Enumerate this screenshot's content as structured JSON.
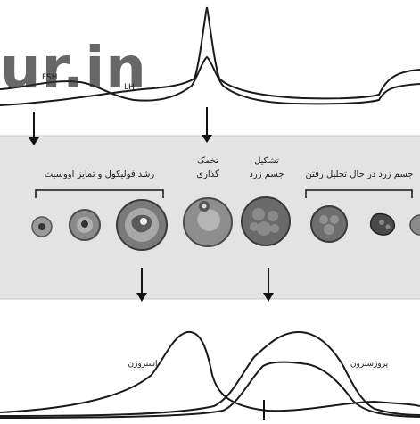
{
  "watermark": "ur.in",
  "hormone_top": {
    "fsh": "FSH",
    "lh": "LH"
  },
  "stages": {
    "follicle_growth": "رشد فولیکول و تمایز اووسیت",
    "ovulation_line1": "تخمک",
    "ovulation_line2": "گذاری",
    "corpus_formation_line1": "تشکیل",
    "corpus_formation_line2": "جسم زرد",
    "corpus_regression": "جسم زرد در حال تحلیل رفتن"
  },
  "hormone_bottom": {
    "estrogen": "استروژن",
    "progesterone": "پروژسترون"
  },
  "colors": {
    "band": "#e3e3e3",
    "line": "#1a1a1a",
    "cell_dark": "#5a5a5a",
    "cell_light": "#b9b9b9"
  }
}
